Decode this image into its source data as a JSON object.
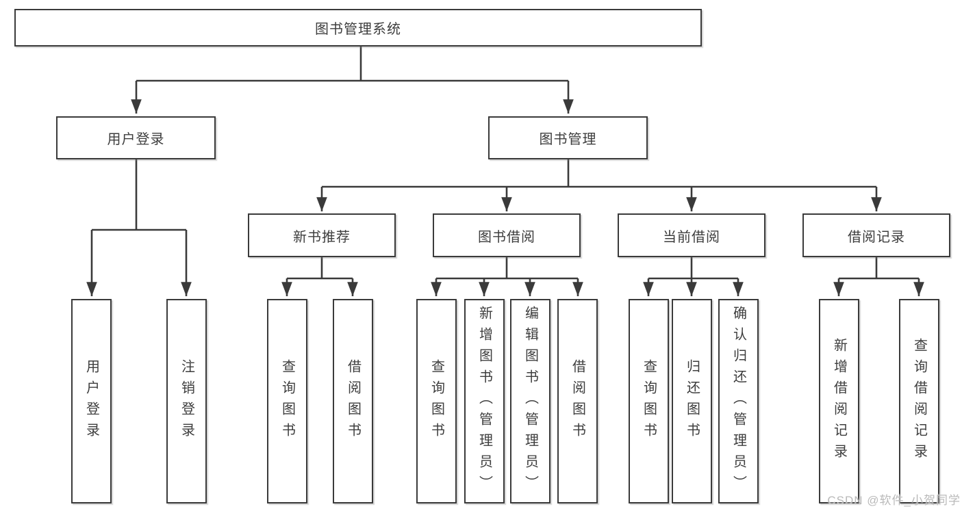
{
  "diagram_type": "hierarchy-tree",
  "watermark": "CSDN @软件_小贺同学",
  "colors": {
    "line": "#3a3a3a",
    "text": "#3d3d3d",
    "box_background": "#ffffff",
    "watermark": "#b9b9b9"
  },
  "tree": {
    "label": "图书管理系统",
    "children": [
      {
        "label": "用户登录",
        "children": [
          {
            "label": "用户登录"
          },
          {
            "label": "注销登录"
          }
        ]
      },
      {
        "label": "图书管理",
        "children": [
          {
            "label": "新书推荐",
            "children": [
              {
                "label": "查询图书"
              },
              {
                "label": "借阅图书"
              }
            ]
          },
          {
            "label": "图书借阅",
            "children": [
              {
                "label": "查询图书"
              },
              {
                "label": "新增图书（管理员）"
              },
              {
                "label": "编辑图书（管理员）"
              },
              {
                "label": "借阅图书"
              }
            ]
          },
          {
            "label": "当前借阅",
            "children": [
              {
                "label": "查询图书"
              },
              {
                "label": "归还图书"
              },
              {
                "label": "确认归还（管理员）"
              }
            ]
          },
          {
            "label": "借阅记录",
            "children": [
              {
                "label": "新增借阅记录"
              },
              {
                "label": "查询借阅记录"
              }
            ]
          }
        ]
      }
    ]
  }
}
